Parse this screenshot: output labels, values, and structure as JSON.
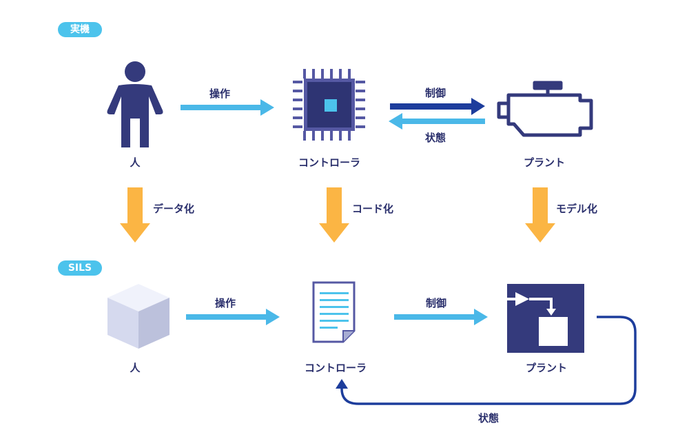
{
  "sections": {
    "real": "実機",
    "sils": "SILS"
  },
  "nodes": {
    "human": "人",
    "controller": "コントローラ",
    "plant": "プラント"
  },
  "arrows": {
    "operate": "操作",
    "control": "制御",
    "state": "状態"
  },
  "transforms": {
    "data": "データ化",
    "code": "コード化",
    "model": "モデル化"
  },
  "colors": {
    "navy": "#343a7c",
    "light_arrow": "#4ab8e8",
    "dark_arrow": "#1d3d9c",
    "orange": "#fbb544",
    "badge": "#4cc3ec"
  }
}
